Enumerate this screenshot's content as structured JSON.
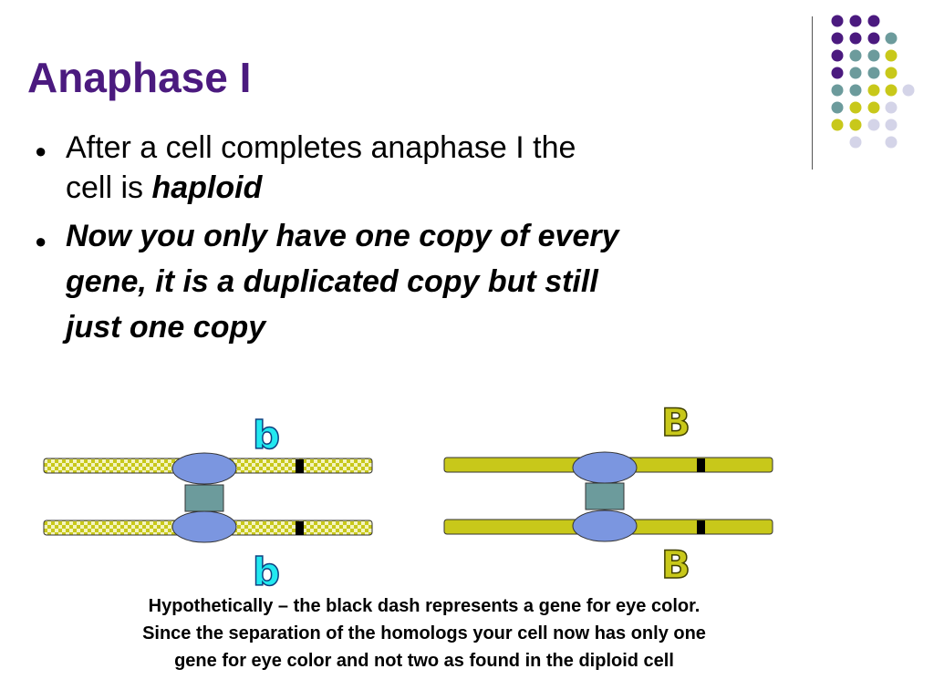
{
  "slide": {
    "title": "Anaphase I",
    "bullets": [
      {
        "text": "After a cell completes anaphase I the",
        "text_line2": "cell is ",
        "emphasis": "haploid"
      },
      {
        "lines": [
          "Now you only have one copy of every",
          "gene, it is a duplicated copy but still",
          "just one copy"
        ]
      }
    ],
    "caption": [
      "Hypothetically – the black dash represents a gene for eye color.",
      "Since the separation of the homologs your cell now has only one",
      "gene for eye color and not two as found in the diploid cell"
    ]
  },
  "diagram": {
    "left_chromosome": {
      "allele_top": "b",
      "allele_bottom": "b",
      "pattern": "checkered"
    },
    "right_chromosome": {
      "allele_top": "B",
      "allele_bottom": "B",
      "pattern": "solid"
    }
  },
  "colors": {
    "title": "#4b1a7f",
    "purple": "#4b1a7f",
    "teal": "#6c9b9c",
    "olive": "#c8c81a",
    "lavender": "#d4d4e8",
    "centromere": "#7b96e0",
    "connector": "#6c9b9c",
    "allele_lower": "#22e8f0",
    "allele_upper": "#c8c81a"
  }
}
